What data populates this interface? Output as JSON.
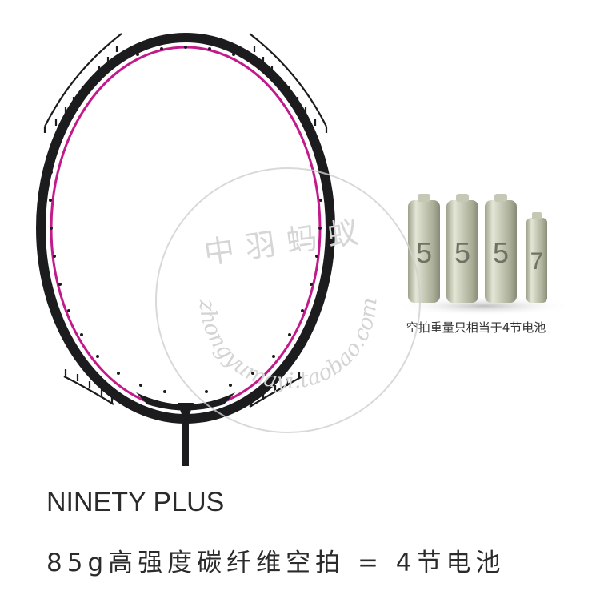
{
  "product": {
    "model_name": "NINETY PLUS",
    "spec_line": "85g高强度碳纤维空拍 = 4节电池"
  },
  "battery_comparison": {
    "caption": "空拍重量只相当于4节电池",
    "battery_labels": [
      "5",
      "5",
      "5",
      "7"
    ]
  },
  "watermark": {
    "chinese_text": "中羽蚂蚁",
    "url_text": "zhongyumayi.taobao.com"
  },
  "colors": {
    "frame": "#1c1c1e",
    "frame_accent": "#c21a8a",
    "text": "#2b2b2b"
  }
}
